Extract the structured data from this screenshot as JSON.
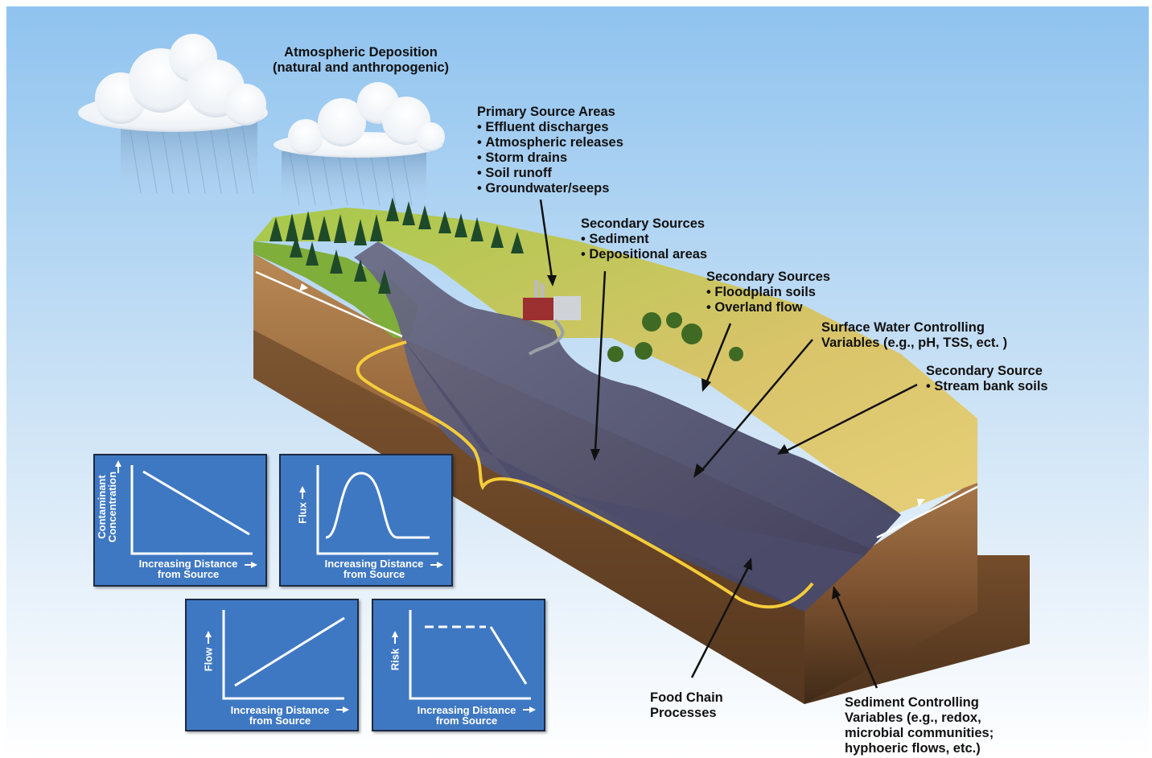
{
  "labels": {
    "atmospheric": {
      "title": "Atmospheric Deposition",
      "subtitle": "(natural and anthropogenic)"
    },
    "primary": {
      "title": "Primary Source Areas",
      "items": [
        "Effluent discharges",
        "Atmospheric releases",
        "Storm drains",
        "Soil runoff",
        "Groundwater/seeps"
      ]
    },
    "secondary_sediment": {
      "title": "Secondary Sources",
      "items": [
        "Sediment",
        "Depositional areas"
      ]
    },
    "secondary_floodplain": {
      "title": "Secondary Sources",
      "items": [
        "Floodplain soils",
        "Overland flow"
      ]
    },
    "surface_water": {
      "line1": "Surface Water Controlling",
      "line2": "Variables (e.g., pH, TSS, ect. )"
    },
    "secondary_bank": {
      "title": "Secondary Source",
      "items": [
        "Stream bank soils"
      ]
    },
    "food_chain": {
      "line1": "Food Chain",
      "line2": "Processes"
    },
    "sediment_ctrl": {
      "line1": "Sediment Controlling",
      "line2": "Variables (e.g., redox,",
      "line3": "microbial communities;",
      "line4": "hyphoeric flows, etc.)"
    }
  },
  "graphs": [
    {
      "ylabel_line1": "Contaminant",
      "ylabel_line2": "Concentration",
      "xlabel_line1": "Increasing Distance",
      "xlabel_line2": "from Source",
      "shape": "decreasing-line"
    },
    {
      "ylabel_line1": "Flux",
      "xlabel_line1": "Increasing Distance",
      "xlabel_line2": "from Source",
      "shape": "bell-curve"
    },
    {
      "ylabel_line1": "Flow",
      "xlabel_line1": "Increasing Distance",
      "xlabel_line2": "from Source",
      "shape": "increasing-line"
    },
    {
      "ylabel_line1": "Risk",
      "xlabel_line1": "Increasing Distance",
      "xlabel_line2": "from Source",
      "shape": "plateau-then-decline"
    }
  ],
  "colors": {
    "sky_top": "#8fc3ef",
    "panel_blue": "#3f78c2",
    "water": "#57577a",
    "soil": "#9a6a3c",
    "grass": "#8fbf3a",
    "plume": "#f4cc3a"
  }
}
